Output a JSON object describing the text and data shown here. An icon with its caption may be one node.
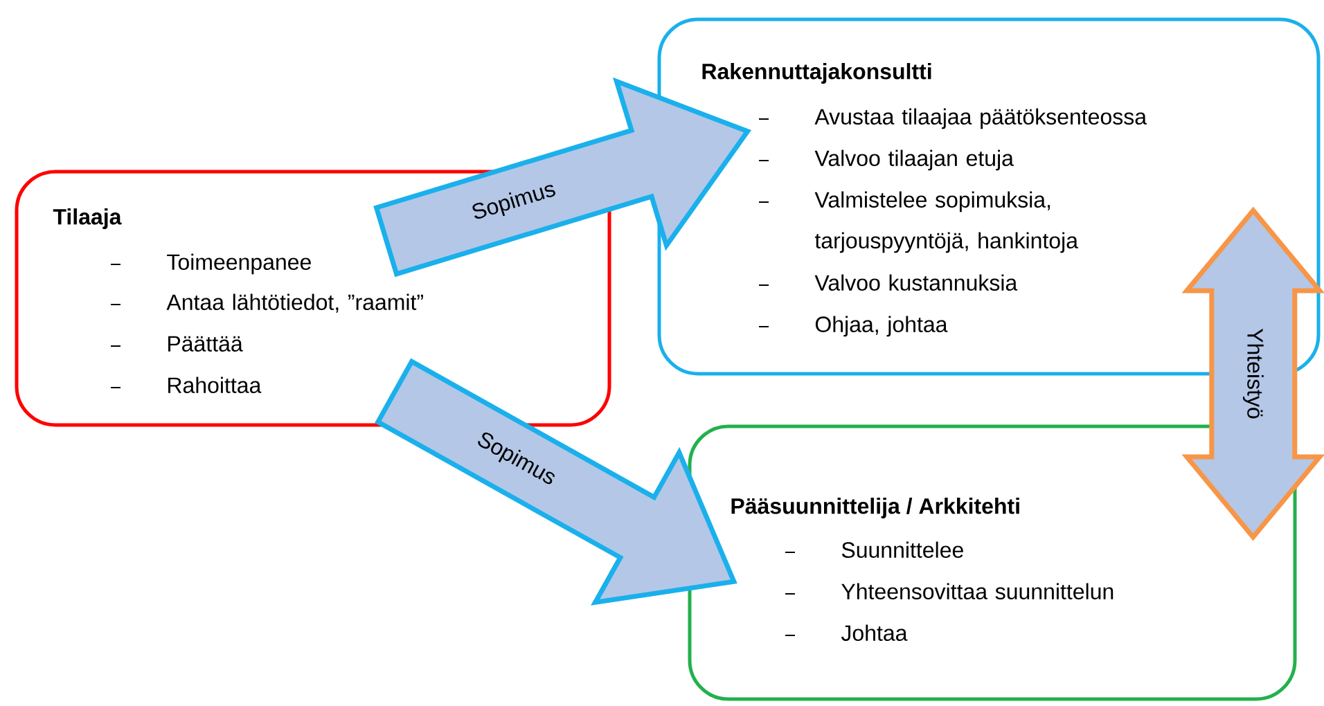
{
  "diagram": {
    "nodes": [
      {
        "text": [
          "Tilaaja",
          "Toimeenpanee",
          "Antaa lähtötiedot, ”raamit”",
          "Päättää",
          "Rahoittaa"
        ]
      },
      {
        "text": [
          "Rakennuttajakonsultti",
          "Avustaa tilaajaa päätöksenteossa",
          "Valvoo tilaajan etuja",
          "Valmistelee sopimuksia, tarjouspyyntöjä, hankintoja",
          "Valvoo kustannuksia",
          "Ohjaa, johtaa"
        ]
      },
      {
        "text": [
          "Pääsuunnittelija / Arkkitehti",
          "Suunnittelee",
          "Yhteensovittaa suunnittelun",
          "Johtaa"
        ]
      }
    ],
    "edges": [
      {
        "from": 0,
        "to": 1,
        "arrow": "to",
        "label": "Sopimus"
      },
      {
        "from": 0,
        "to": 2,
        "arrow": "to",
        "label": "Sopimus"
      },
      {
        "from": 1,
        "to": 2,
        "arrow": "both",
        "label": "Yhteistyö",
        "color": "#f79646"
      }
    ]
  }
}
